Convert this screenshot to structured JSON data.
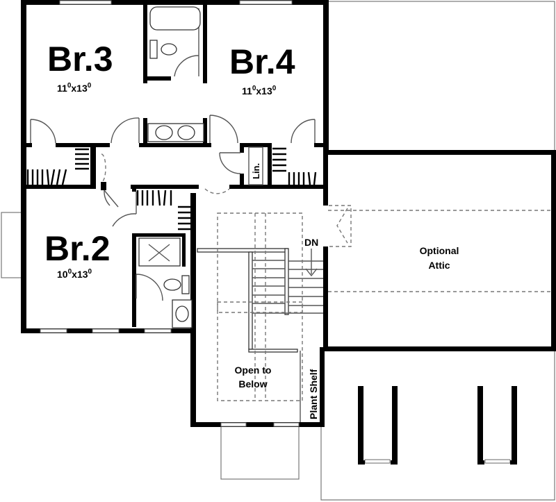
{
  "plan": {
    "type": "second floor plan",
    "rooms": [
      {
        "id": "br3",
        "name": "Br.3",
        "dim_w": "11",
        "dim_w_sup": "0",
        "dim_x": "x",
        "dim_h": "13",
        "dim_h_sup": "0"
      },
      {
        "id": "br4",
        "name": "Br.4",
        "dim_w": "11",
        "dim_w_sup": "0",
        "dim_x": "x",
        "dim_h": "13",
        "dim_h_sup": "0"
      },
      {
        "id": "br2",
        "name": "Br.2",
        "dim_w": "10",
        "dim_w_sup": "0",
        "dim_x": "x",
        "dim_h": "13",
        "dim_h_sup": "0"
      }
    ],
    "labels": {
      "linen": "Lin.",
      "stairs_dn": "DN",
      "optional_line1": "Optional",
      "optional_line2": "Attic",
      "open_line1": "Open to",
      "open_line2": "Below",
      "plant_shelf": "Plant Shelf"
    }
  }
}
